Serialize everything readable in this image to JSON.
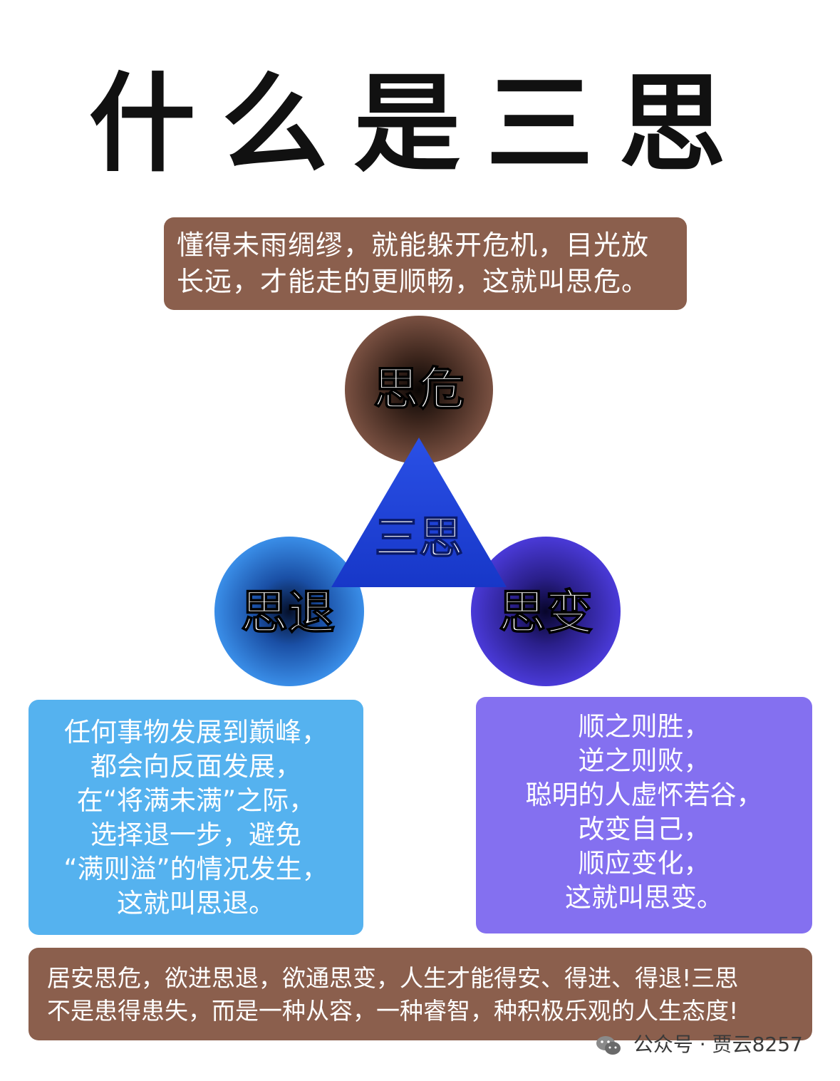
{
  "title": "什么是三思",
  "top_box": {
    "lines": [
      "懂得未雨绸缪，就能躲开危机，目光放",
      "长远，才能走的更顺畅，这就叫思危。"
    ]
  },
  "nodes": {
    "top": {
      "label": "思危",
      "color": "#7a5142"
    },
    "center": {
      "label": "三思",
      "color": "#1b3fd8"
    },
    "left": {
      "label": "思退",
      "color": "#3a8ee8"
    },
    "right": {
      "label": "思变",
      "color": "#4a3ad8"
    }
  },
  "left_box": {
    "lines": [
      "任何事物发展到巅峰，",
      "都会向反面发展，",
      "在“将满未满”之际，",
      "选择退一步，避免",
      "“满则溢”的情况发生，",
      "这就叫思退。"
    ]
  },
  "right_box": {
    "lines": [
      "顺之则胜，",
      "逆之则败，",
      "聪明的人虚怀若谷，",
      "改变自己，",
      "顺应变化，",
      "这就叫思变。"
    ]
  },
  "bottom_box": {
    "lines": [
      "居安思危，欲进思退，欲通思变，人生才能得安、得进、得退!三思",
      "不是患得患失，而是一种从容，一种睿智，种积极乐观的人生态度!"
    ]
  },
  "watermark": {
    "icon": "wechat-icon",
    "text": "公众号 · 贾云8257"
  }
}
